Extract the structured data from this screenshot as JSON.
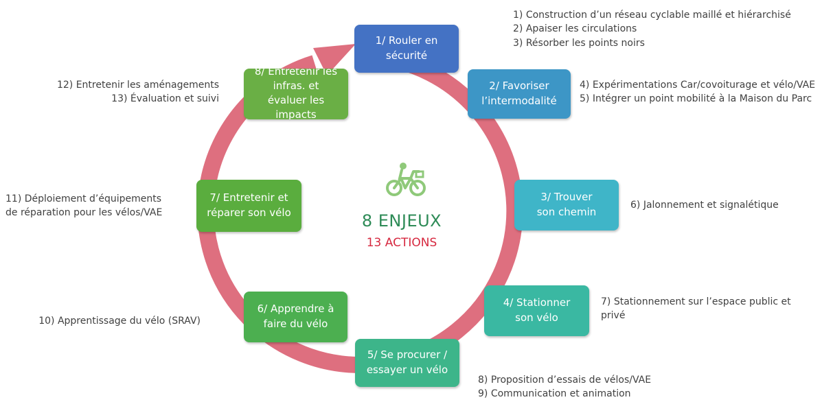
{
  "colors": {
    "ring": "#de6f7f",
    "blue": "#4472c4",
    "teal_blue": "#3d96c6",
    "cyan": "#3fb5c8",
    "teal": "#3ab8a2",
    "green_teal": "#3db58a",
    "green": "#4caf50",
    "green_mid": "#5aad3e",
    "green_light": "#6aaf45",
    "title_green": "#2e8b57",
    "subtitle_red": "#d6283f",
    "bike_icon": "#8fc97a"
  },
  "center": {
    "icon": "bicycle-icon",
    "title": "8 ENJEUX",
    "subtitle": "13 ACTIONS"
  },
  "enjeux": [
    {
      "label": "1/ Rouler en\nsécurité"
    },
    {
      "label": "2/ Favoriser\nl’intermodalité"
    },
    {
      "label": "3/ Trouver\nson chemin"
    },
    {
      "label": "4/ Stationner\nson vélo"
    },
    {
      "label": "5/ Se procurer /\nessayer un vélo"
    },
    {
      "label": "6/ Apprendre à\nfaire du vélo"
    },
    {
      "label": "7/ Entretenir et\nréparer son vélo"
    },
    {
      "label": "8/ Entretenir les\ninfras. et\névaluer les\nimpacts"
    }
  ],
  "actions": {
    "a1": [
      "1) Construction d’un réseau cyclable maillé et hiérarchisé",
      "2) Apaiser les circulations",
      "3) Résorber les points noirs"
    ],
    "a2": [
      "4) Expérimentations Car/covoiturage et vélo/VAE",
      "5) Intégrer un point mobilité à la Maison du Parc"
    ],
    "a3": [
      "6) Jalonnement et signalétique"
    ],
    "a4": [
      "7) Stationnement sur l’espace public et",
      "privé"
    ],
    "a5": [
      "8) Proposition d’essais de vélos/VAE",
      "9) Communication et animation"
    ],
    "a6": [
      "10) Apprentissage du vélo (SRAV)"
    ],
    "a7": [
      "11) Déploiement d’équipements",
      "de réparation pour les vélos/VAE"
    ],
    "a8": [
      "12) Entretenir les aménagements",
      "13) Évaluation et suivi"
    ]
  }
}
